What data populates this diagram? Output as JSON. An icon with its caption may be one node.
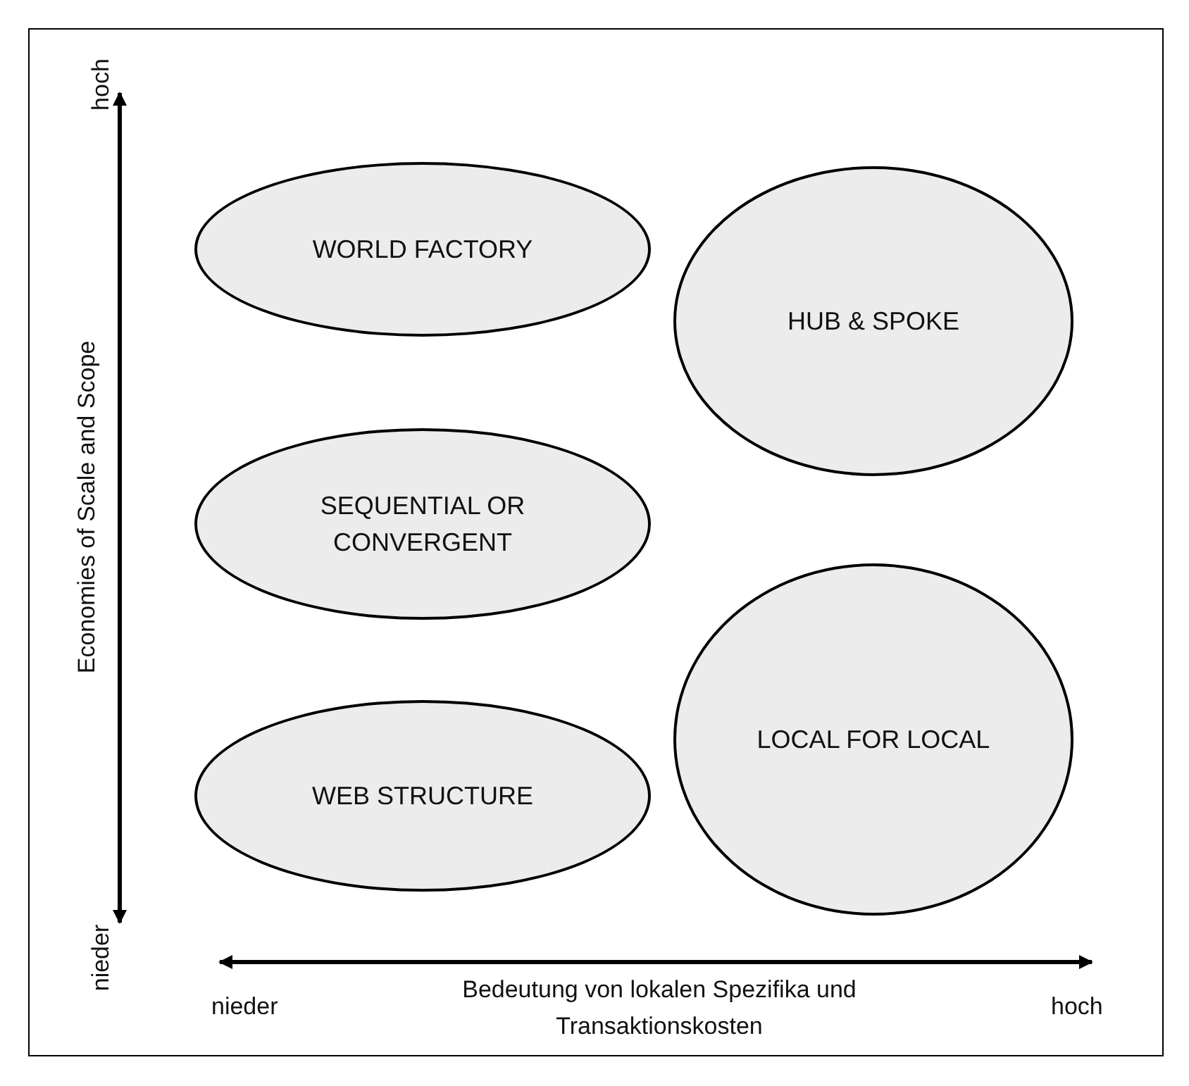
{
  "diagram": {
    "nodes": [
      {
        "text": [
          "WORLD FACTORY"
        ]
      },
      {
        "text": [
          "HUB & SPOKE"
        ]
      },
      {
        "text": [
          "SEQUENTIAL OR CONVERGENT"
        ]
      },
      {
        "text": [
          "LOCAL FOR LOCAL"
        ]
      },
      {
        "text": [
          "WEB STRUCTURE"
        ]
      }
    ],
    "labels": [
      "hoch",
      "Economies of Scale and Scope",
      "nieder",
      "nieder",
      "Bedeutung von lokalen Spezifika und Transaktionskosten",
      "hoch"
    ]
  }
}
